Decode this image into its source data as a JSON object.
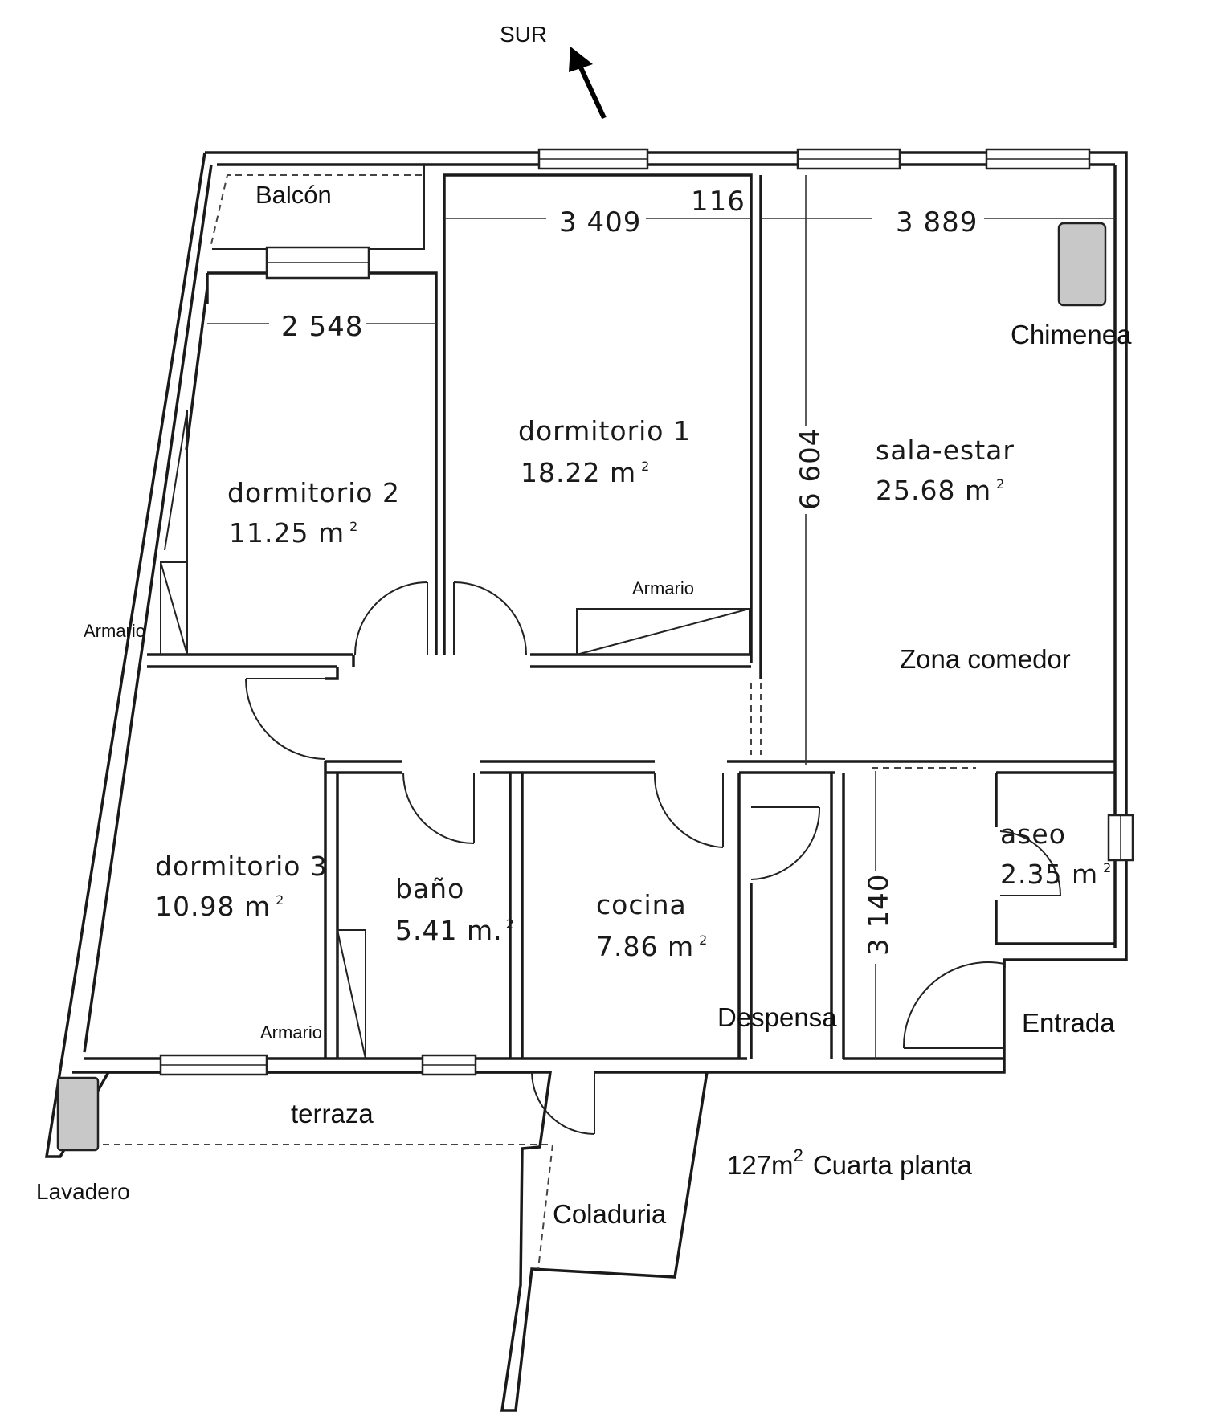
{
  "compass": {
    "label": "SUR"
  },
  "rooms": {
    "balcony": {
      "name": "Balcón"
    },
    "bedroom1": {
      "name": "dormitorio",
      "number": "1",
      "area": "18.22 m",
      "unit_sup": "2"
    },
    "bedroom2": {
      "name": "dormitorio",
      "number": "2",
      "area": "11.25 m",
      "unit_sup": "2"
    },
    "bedroom3": {
      "name": "dormitorio",
      "number": "3",
      "area": "10.98 m",
      "unit_sup": "2"
    },
    "living": {
      "name": "sala-estar",
      "area": "25.68 m",
      "unit_sup": "2"
    },
    "dining": {
      "name": "Zona comedor"
    },
    "bath": {
      "name": "baño",
      "area": "5.41 m.",
      "unit_sup": "2"
    },
    "kitchen": {
      "name": "cocina",
      "area": "7.86 m",
      "unit_sup": "2"
    },
    "toilet": {
      "name": "aseo",
      "area": "2.35 m",
      "unit_sup": "2"
    },
    "pantry": {
      "name": "Despensa"
    },
    "entrance": {
      "name": "Entrada"
    },
    "terrace": {
      "name": "terraza"
    },
    "laundry_area": {
      "name": "Coladuria"
    },
    "laundry": {
      "name": "Lavadero"
    },
    "fireplace": {
      "name": "Chimenea"
    }
  },
  "wardrobes": {
    "w1": "Armario",
    "w2": "Armario",
    "w3": "Armario"
  },
  "dimensions": {
    "d1": "3 409",
    "d2": "116",
    "d3": "3 889",
    "d4": "2 548",
    "d5": "6 604",
    "d6": "3 140"
  },
  "summary": {
    "area": "127m",
    "area_sup": "2",
    "floor": "Cuarta planta"
  }
}
